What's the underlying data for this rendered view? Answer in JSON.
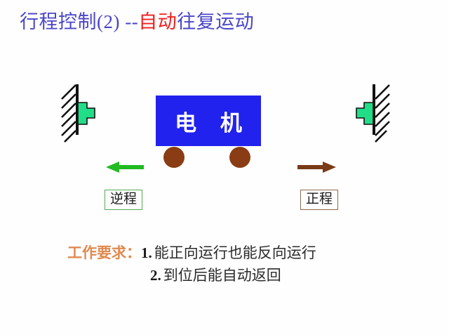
{
  "slide": {
    "title": {
      "main": "行程控制(2)",
      "dash": "  --",
      "accent": "自动",
      "tail": "往复运动",
      "color_main": "#4a46c8",
      "color_accent": "#f02020"
    }
  },
  "diagram": {
    "motor": {
      "label": "电 机",
      "body_color": "#2222ee",
      "text_color": "#ffffff",
      "wheel_color": "#8a3c14"
    },
    "left_limit_switch": {
      "name": "left-limit-switch",
      "switch_color": "#22dd88",
      "wall_color": "#000000"
    },
    "right_limit_switch": {
      "name": "right-limit-switch",
      "switch_color": "#22dd88",
      "wall_color": "#000000"
    },
    "reverse": {
      "arrow_direction": "left",
      "arrow_color": "#22bb22",
      "label": "逆程",
      "box_border_color": "#55aa55"
    },
    "forward": {
      "arrow_direction": "right",
      "arrow_color": "#7a3a18",
      "label": "正程",
      "box_border_color": "#8a6a52"
    }
  },
  "requirements": {
    "heading": "工作要求：",
    "heading_color": "#e08a50",
    "items": [
      {
        "num": "1.",
        "text": "能正向运行也能反向运行"
      },
      {
        "num": "2.",
        "text": "到位后能自动返回"
      }
    ]
  }
}
